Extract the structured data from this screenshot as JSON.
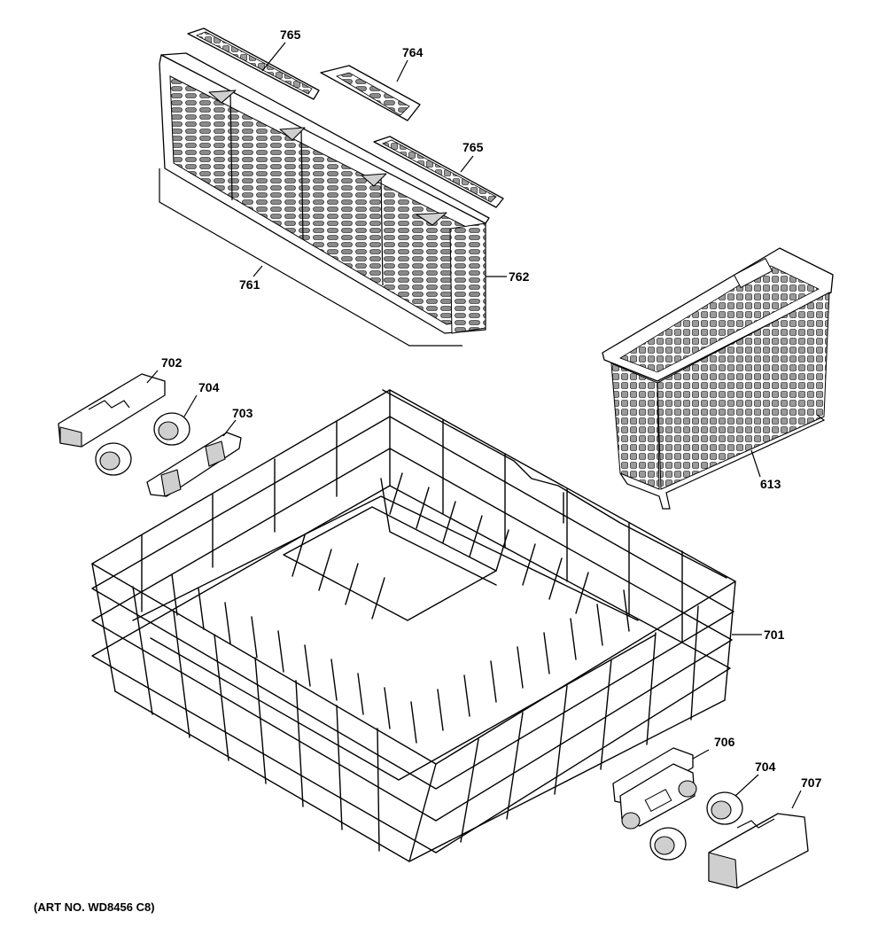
{
  "callouts": {
    "c765a": "765",
    "c764": "764",
    "c765b": "765",
    "c761": "761",
    "c762": "762",
    "c613": "613",
    "c702": "702",
    "c704a": "704",
    "c703": "703",
    "c701": "701",
    "c706": "706",
    "c704b": "704",
    "c707": "707"
  },
  "caption": "(ART NO. WD8456 C8)"
}
